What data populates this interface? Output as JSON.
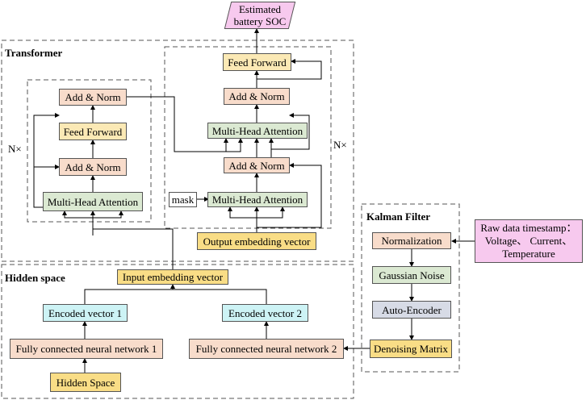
{
  "output": "Estimated\nbattery SOC",
  "transformer": {
    "title": "Transformer",
    "repeat_left": "N×",
    "repeat_right": "N×",
    "encoder": {
      "add_norm_top": "Add & Norm",
      "feed_forward": "Feed Forward",
      "add_norm_bottom": "Add & Norm",
      "attention": "Multi-Head Attention"
    },
    "decoder": {
      "feed_forward": "Feed Forward",
      "add_norm_top": "Add & Norm",
      "cross_attention": "Multi-Head Attention",
      "add_norm_mid": "Add & Norm",
      "mask": "mask",
      "masked_attention": "Multi-Head Attention"
    },
    "output_embedding": "Output embedding vector"
  },
  "hidden_space": {
    "title": "Hidden space",
    "input_embedding": "Input embedding vector",
    "encoded_1": "Encoded vector 1",
    "encoded_2": "Encoded vector 2",
    "fc_1": "Fully connected neural network 1",
    "fc_2": "Fully connected neural network 2",
    "hidden_space_box": "Hidden Space"
  },
  "kalman": {
    "title": "Kalman Filter",
    "normalization": "Normalization",
    "gaussian": "Gaussian Noise",
    "autoencoder": "Auto-Encoder",
    "denoising": "Denoising Matrix"
  },
  "raw_data": "Raw data timestamp：\nVoltage、 Current、\nTemperature"
}
